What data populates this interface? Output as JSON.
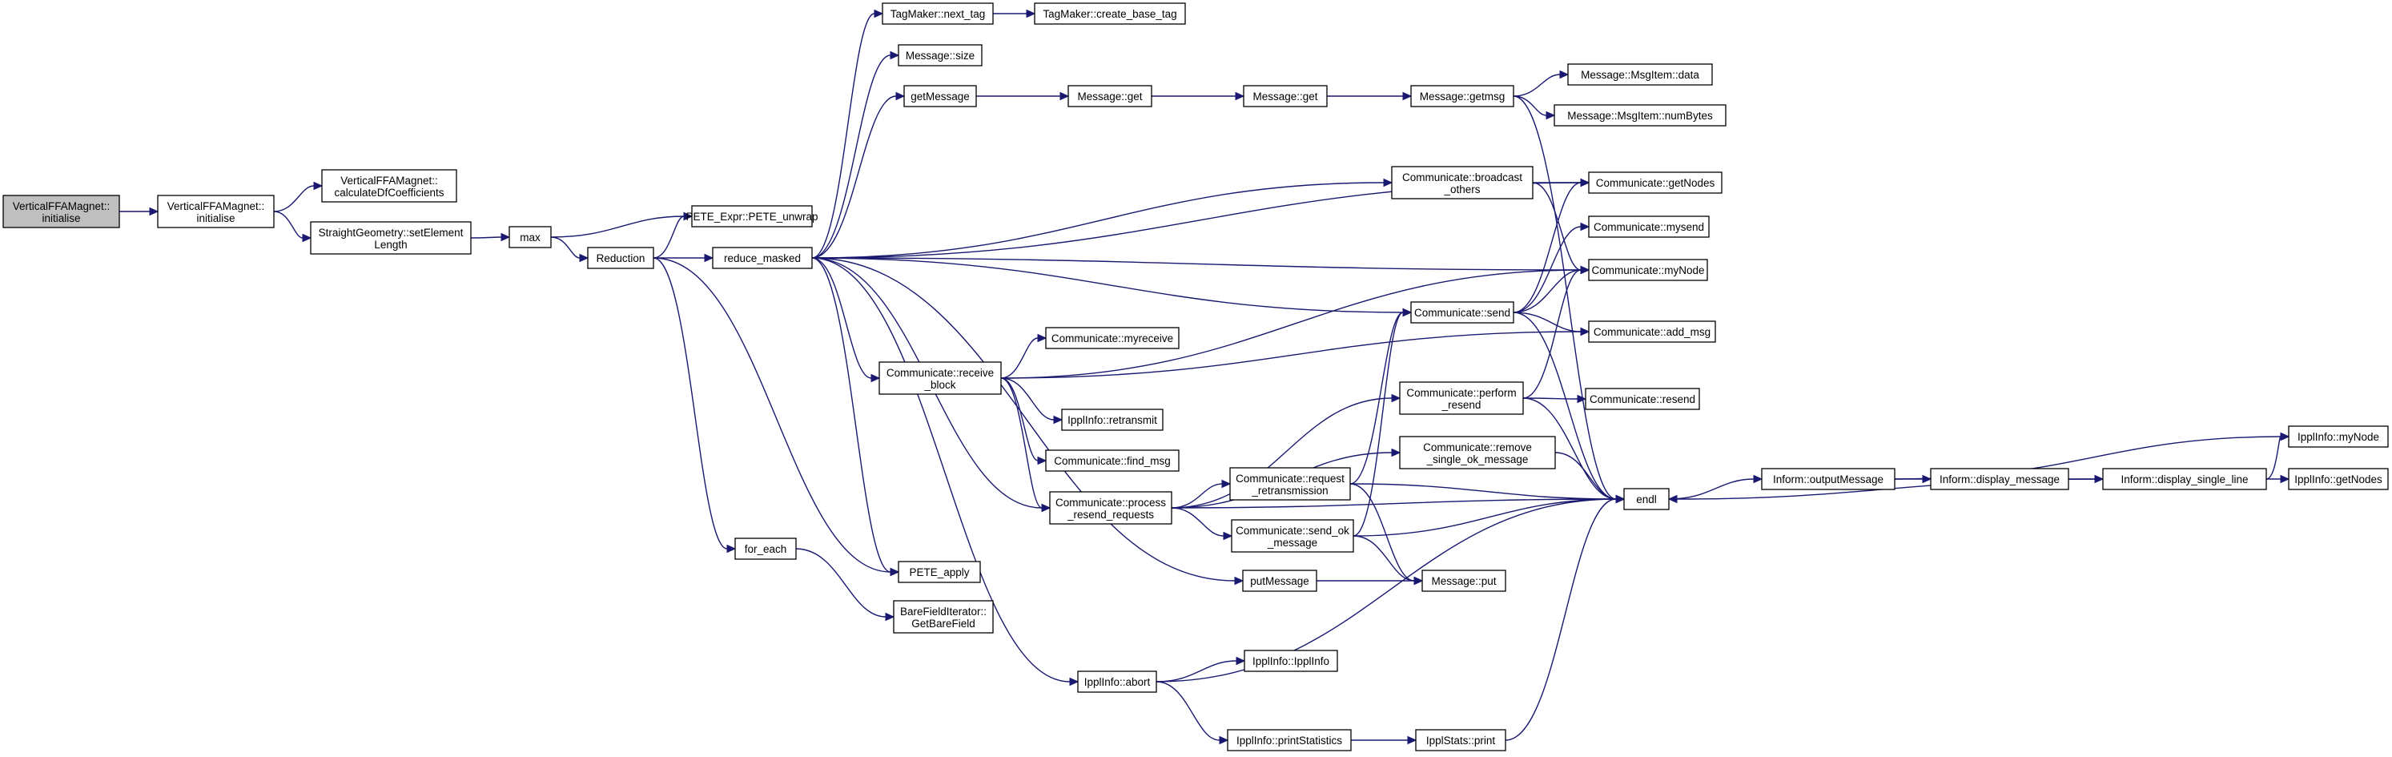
{
  "graph": {
    "nodes": {
      "root": [
        "VerticalFFAMagnet::",
        "initialise"
      ],
      "vffa_init": [
        "VerticalFFAMagnet::",
        "initialise"
      ],
      "calc_df": [
        "VerticalFFAMagnet::",
        "calculateDfCoefficients"
      ],
      "sg_setlen": [
        "StraightGeometry::setElement",
        "Length"
      ],
      "max": [
        "max"
      ],
      "pete_unwrap": [
        "PETE_Expr::PETE_unwrap"
      ],
      "reduction": [
        "Reduction"
      ],
      "reduce_masked": [
        "reduce_masked"
      ],
      "tag_next": [
        "TagMaker::next_tag"
      ],
      "tag_create": [
        "TagMaker::create_base_tag"
      ],
      "msg_size": [
        "Message::size"
      ],
      "get_message": [
        "getMessage"
      ],
      "msg_get1": [
        "Message::get"
      ],
      "msg_get2": [
        "Message::get"
      ],
      "msg_getmsg": [
        "Message::getmsg"
      ],
      "msgitem_data": [
        "Message::MsgItem::data"
      ],
      "msgitem_numbytes": [
        "Message::MsgItem::numBytes"
      ],
      "comm_broadcast": [
        "Communicate::broadcast",
        "_others"
      ],
      "comm_getnodes": [
        "Communicate::getNodes"
      ],
      "comm_mysend": [
        "Communicate::mysend"
      ],
      "comm_mynode": [
        "Communicate::myNode"
      ],
      "comm_send": [
        "Communicate::send"
      ],
      "comm_addmsg": [
        "Communicate::add_msg"
      ],
      "comm_recvblock": [
        "Communicate::receive",
        "_block"
      ],
      "comm_myreceive": [
        "Communicate::myreceive"
      ],
      "ippl_retransmit": [
        "IpplInfo::retransmit"
      ],
      "comm_findmsg": [
        "Communicate::find_msg"
      ],
      "comm_perfresend": [
        "Communicate::perform",
        "_resend"
      ],
      "comm_resend": [
        "Communicate::resend"
      ],
      "comm_removeok": [
        "Communicate::remove",
        "_single_ok_message"
      ],
      "comm_procresend": [
        "Communicate::process",
        "_resend_requests"
      ],
      "comm_reqretrans": [
        "Communicate::request",
        "_retransmission"
      ],
      "comm_sendok": [
        "Communicate::send_ok",
        "_message"
      ],
      "endl": [
        "endl"
      ],
      "inform_output": [
        "Inform::outputMessage"
      ],
      "inform_display": [
        "Inform::display_message"
      ],
      "inform_single": [
        "Inform::display_single_line"
      ],
      "ippl_mynode": [
        "IpplInfo::myNode"
      ],
      "ippl_getnodes": [
        "IpplInfo::getNodes"
      ],
      "put_message": [
        "putMessage"
      ],
      "msg_put": [
        "Message::put"
      ],
      "for_each": [
        "for_each"
      ],
      "pete_apply": [
        "PETE_apply"
      ],
      "bfi_getbare": [
        "BareFieldIterator::",
        "GetBareField"
      ],
      "ippl_abort": [
        "IpplInfo::abort"
      ],
      "ippl_ipplinfo": [
        "IpplInfo::IpplInfo"
      ],
      "ippl_printstats": [
        "IpplInfo::printStatistics"
      ],
      "ipplstats_print": [
        "IpplStats::print"
      ]
    },
    "colors": {
      "edge": "#191970",
      "root_fill": "#bfbfbf",
      "node_fill": "#ffffff",
      "node_border": "#000000"
    }
  }
}
